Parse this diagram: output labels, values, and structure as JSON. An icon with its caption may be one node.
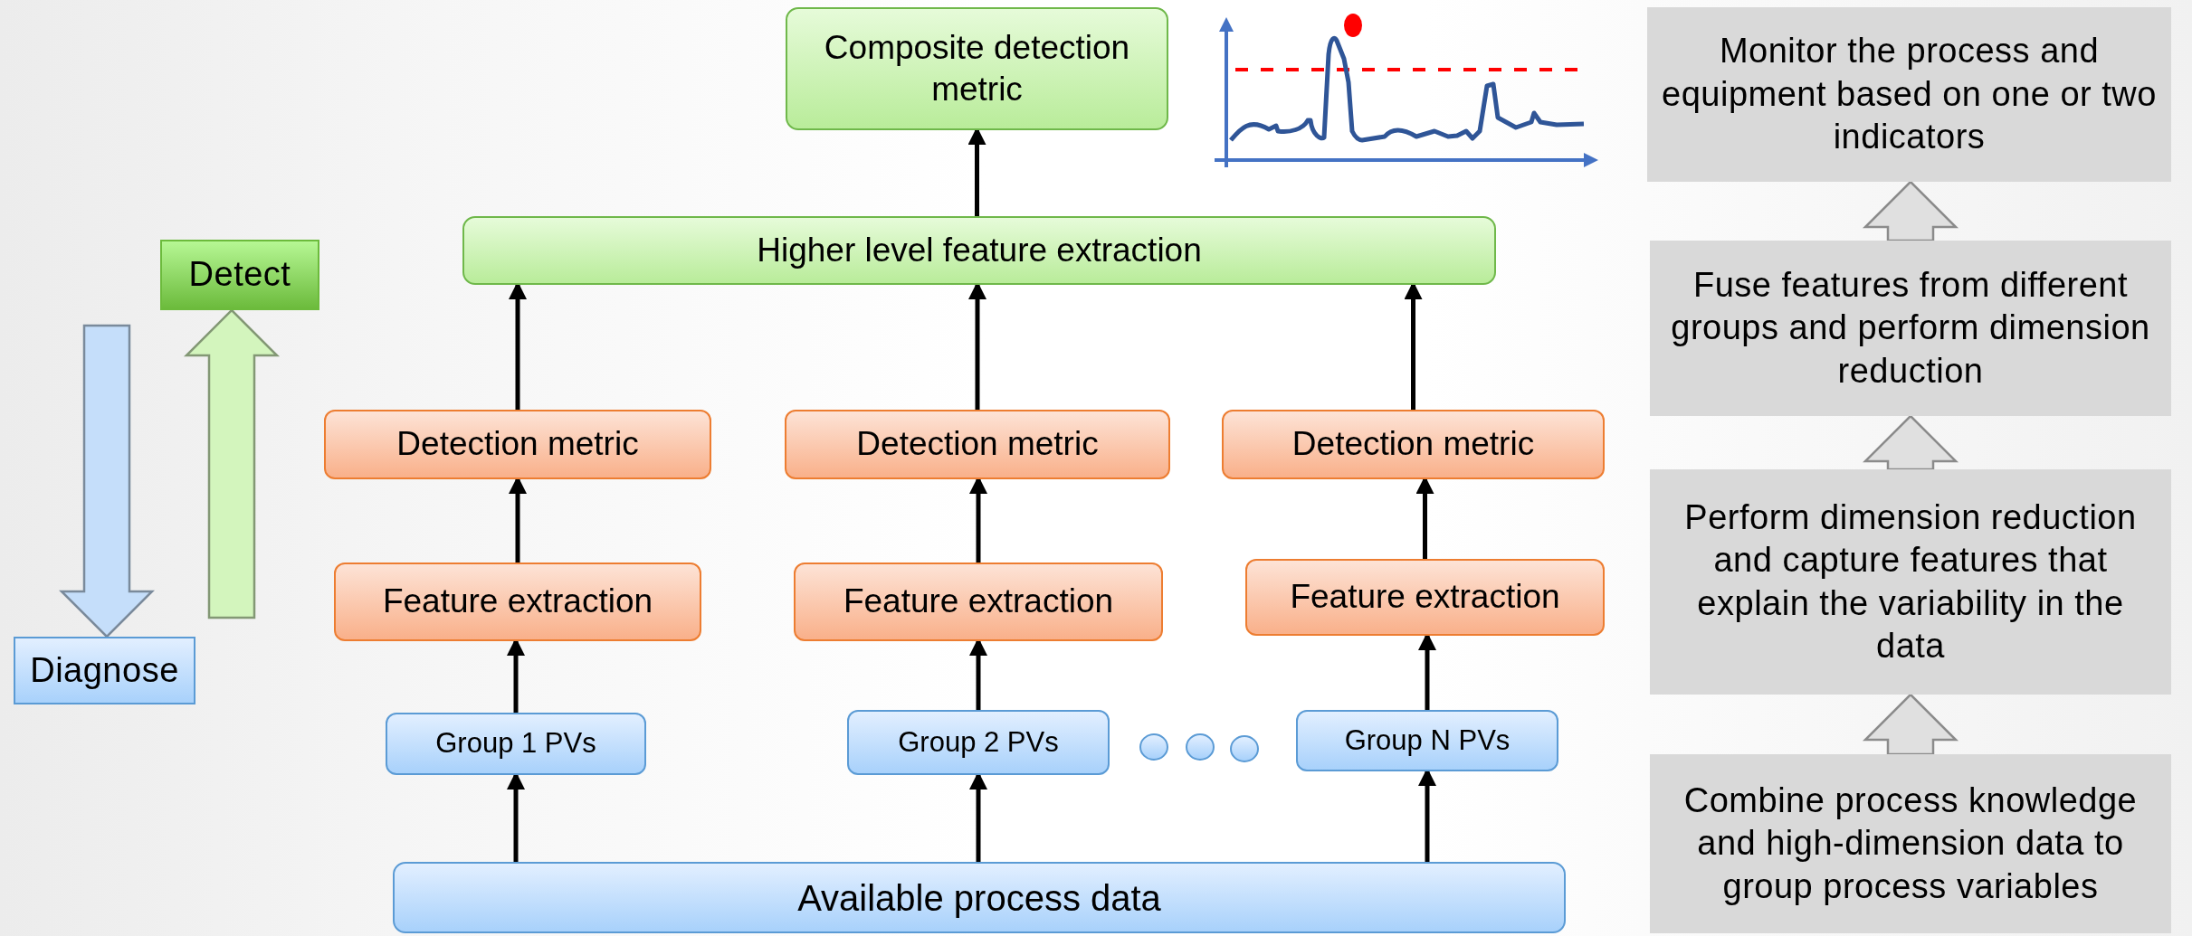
{
  "diagram": {
    "nodes": [
      {
        "text": [
          "Composite detection metric"
        ]
      },
      {
        "text": [
          "Higher level feature extraction"
        ]
      },
      {
        "text": [
          "Detection metric"
        ]
      },
      {
        "text": [
          "Detection metric"
        ]
      },
      {
        "text": [
          "Detection metric"
        ]
      },
      {
        "text": [
          "Feature extraction"
        ]
      },
      {
        "text": [
          "Feature extraction"
        ]
      },
      {
        "text": [
          "Feature extraction"
        ]
      },
      {
        "text": [
          "Group 1 PVs"
        ]
      },
      {
        "text": [
          "Group 2 PVs"
        ]
      },
      {
        "text": [
          "Group N PVs"
        ]
      },
      {
        "text": [],
        "shape": "circle"
      },
      {
        "text": [],
        "shape": "circle"
      },
      {
        "text": [],
        "shape": "circle"
      },
      {
        "text": [
          "Available process data"
        ]
      },
      {
        "text": [
          "Detect"
        ]
      },
      {
        "text": [
          "Diagnose"
        ]
      },
      {
        "text": [
          "Monitor the process and equipment based on one or two indicators"
        ]
      },
      {
        "text": [
          "Fuse features from different groups and perform dimension reduction"
        ]
      },
      {
        "text": [
          "Perform dimension reduction and capture features that explain the variability in the data"
        ]
      },
      {
        "text": [
          "Combine process knowledge and high-dimension data to group process variables"
        ]
      }
    ],
    "edges": [
      {
        "from": 14,
        "to": 8,
        "arrow": "to"
      },
      {
        "from": 14,
        "to": 9,
        "arrow": "to"
      },
      {
        "from": 14,
        "to": 10,
        "arrow": "to"
      },
      {
        "from": 8,
        "to": 5,
        "arrow": "to"
      },
      {
        "from": 9,
        "to": 6,
        "arrow": "to"
      },
      {
        "from": 10,
        "to": 7,
        "arrow": "to"
      },
      {
        "from": 5,
        "to": 2,
        "arrow": "to"
      },
      {
        "from": 6,
        "to": 3,
        "arrow": "to"
      },
      {
        "from": 7,
        "to": 4,
        "arrow": "to"
      },
      {
        "from": 2,
        "to": 1,
        "arrow": "to"
      },
      {
        "from": 3,
        "to": 1,
        "arrow": "to"
      },
      {
        "from": 4,
        "to": 1,
        "arrow": "to"
      },
      {
        "from": 1,
        "to": 0,
        "arrow": "to"
      },
      {
        "from": null,
        "to": 16,
        "arrow": "to",
        "style": "thick",
        "color": "#c5defa"
      },
      {
        "from": null,
        "to": 15,
        "arrow": "to",
        "style": "thick",
        "color": "#d3f5bd"
      },
      {
        "from": 20,
        "to": 19,
        "arrow": "to",
        "style": "thick",
        "color": "#e0e0e0"
      },
      {
        "from": 19,
        "to": 18,
        "arrow": "to",
        "style": "thick",
        "color": "#e0e0e0"
      },
      {
        "from": 18,
        "to": 17,
        "arrow": "to",
        "style": "thick",
        "color": "#e0e0e0"
      }
    ]
  }
}
